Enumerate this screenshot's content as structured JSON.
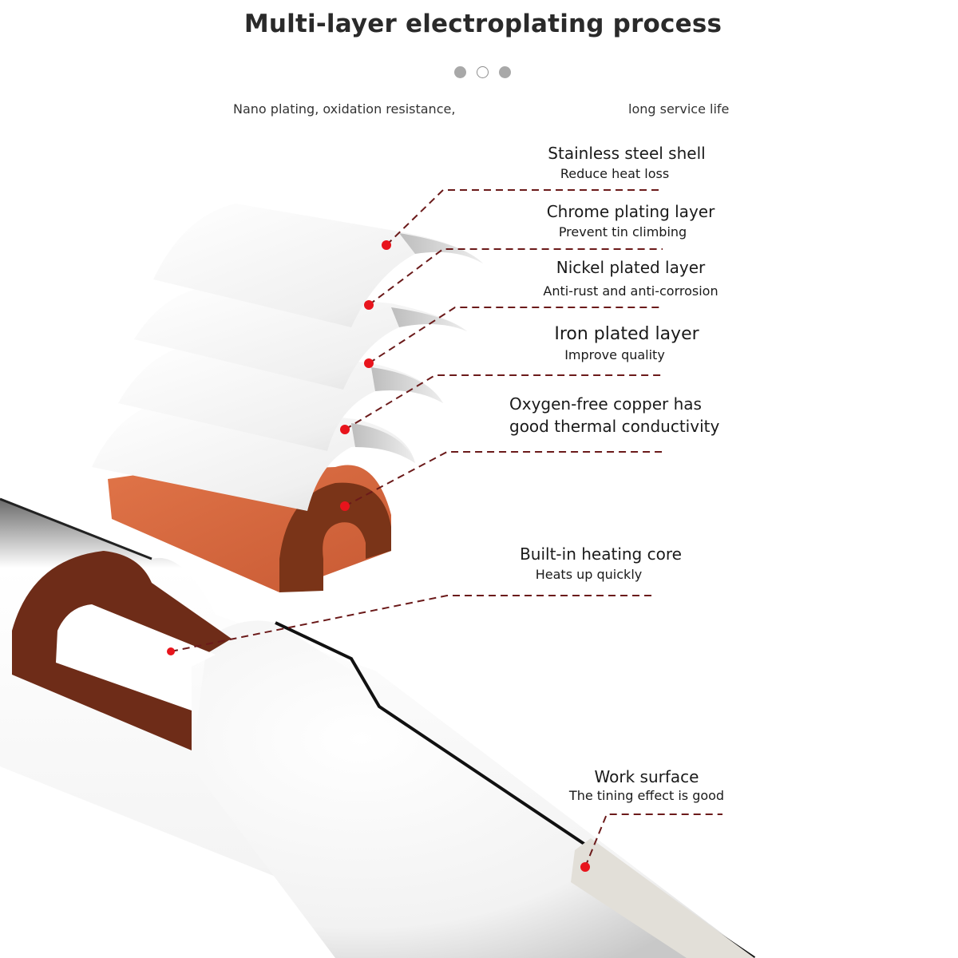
{
  "header": {
    "title": "Multi-layer electroplating process",
    "pager": [
      {
        "state": "filled"
      },
      {
        "state": "active"
      },
      {
        "state": "filled"
      }
    ],
    "subtitle_left": "Nano plating, oxidation resistance,",
    "subtitle_right": "long service life"
  },
  "layers": [
    {
      "name": "Stainless steel shell",
      "description": "Reduce heat loss"
    },
    {
      "name": "Chrome plating layer",
      "description": "Prevent tin climbing"
    },
    {
      "name": "Nickel plated layer",
      "description": "Anti-rust and anti-corrosion"
    },
    {
      "name": "Iron plated layer",
      "description": "Improve quality"
    },
    {
      "name": "Oxygen-free copper has",
      "description": "good thermal conductivity"
    },
    {
      "name": "Built-in heating core",
      "description": "Heats up quickly"
    },
    {
      "name": "Work surface",
      "description": "The tining effect is good"
    }
  ],
  "colors": {
    "marker": "#e8141c",
    "leader_line": "#6b1a1a",
    "copper_light": "#d9683f",
    "copper_dark": "#7a3418",
    "core_brown": "#6e2c18",
    "plate_white": "#f2f2f2",
    "tip_gray": "#e0ddd6"
  }
}
